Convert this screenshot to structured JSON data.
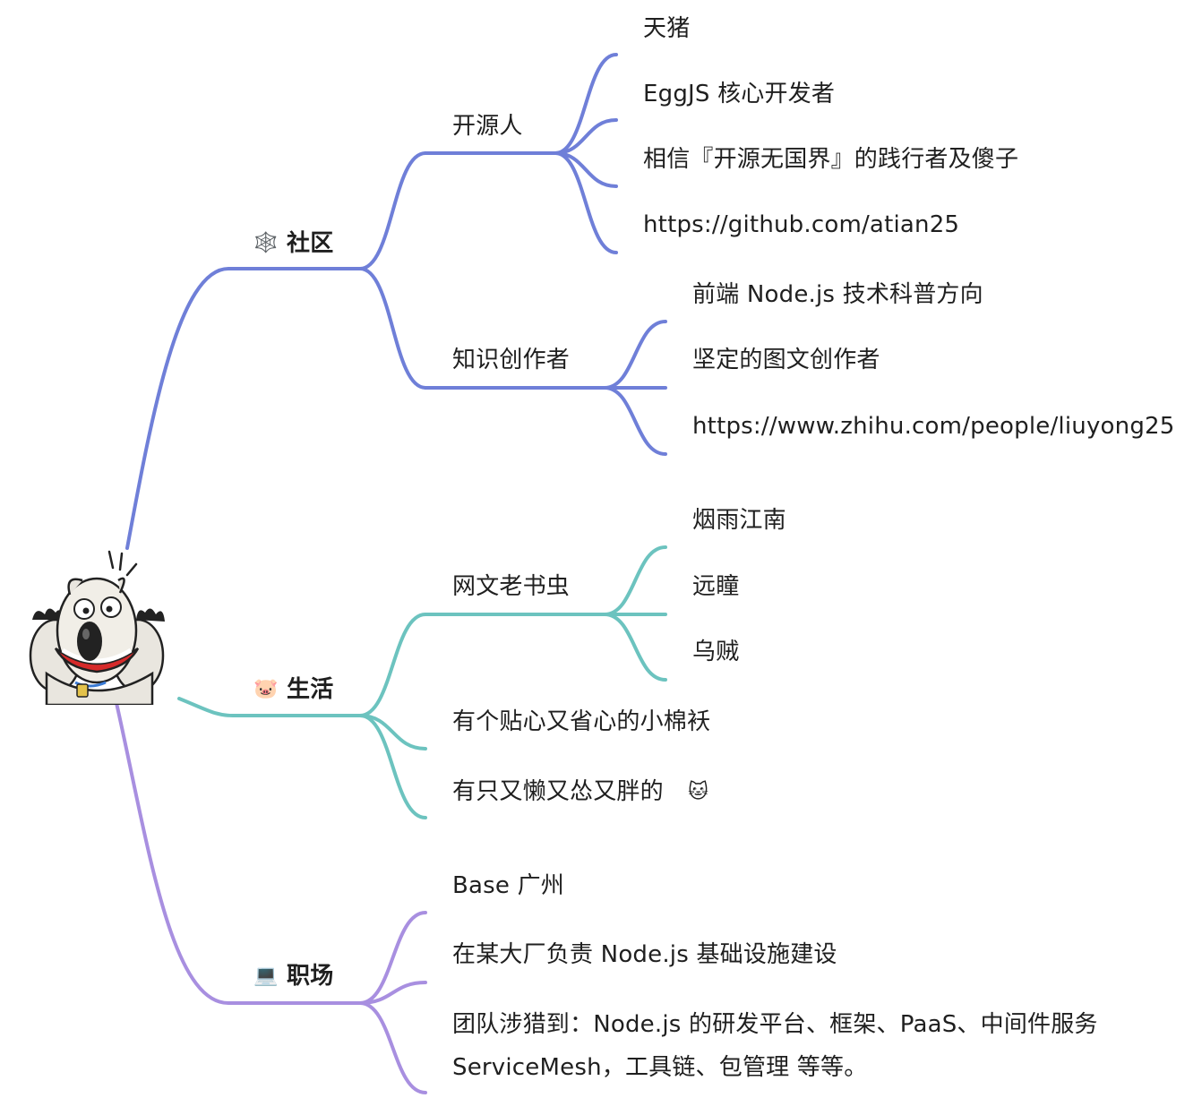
{
  "colors": {
    "community": "#6f7fd8",
    "life": "#6cc3bf",
    "career": "#a88fe0"
  },
  "root": {
    "image": "cartoon-dog-avatar"
  },
  "branches": [
    {
      "key": "community",
      "icon": "🕸️",
      "label": "社区",
      "children": [
        {
          "label": "开源人",
          "children": [
            "天猪",
            "EggJS 核心开发者",
            "相信『开源无国界』的践行者及傻子",
            "https://github.com/atian25"
          ]
        },
        {
          "label": "知识创作者",
          "children": [
            "前端 Node.js 技术科普方向",
            "坚定的图文创作者",
            "https://www.zhihu.com/people/liuyong25"
          ]
        }
      ]
    },
    {
      "key": "life",
      "icon": "🐷",
      "label": "生活",
      "children": [
        {
          "label": "网文老书虫",
          "children": [
            "烟雨江南",
            "远瞳",
            "乌贼"
          ]
        },
        {
          "label": "有个贴心又省心的小棉袄"
        },
        {
          "label": "有只又懒又怂又胖的",
          "emoji": "🐱"
        }
      ]
    },
    {
      "key": "career",
      "icon": "💻",
      "label": "职场",
      "children": [
        {
          "label": "Base 广州"
        },
        {
          "label": "在某大厂负责 Node.js 基础设施建设"
        },
        {
          "label_line1": "团队涉猎到：Node.js 的研发平台、框架、PaaS、中间件服务",
          "label_line2": "ServiceMesh，工具链、包管理 等等。"
        }
      ]
    }
  ]
}
